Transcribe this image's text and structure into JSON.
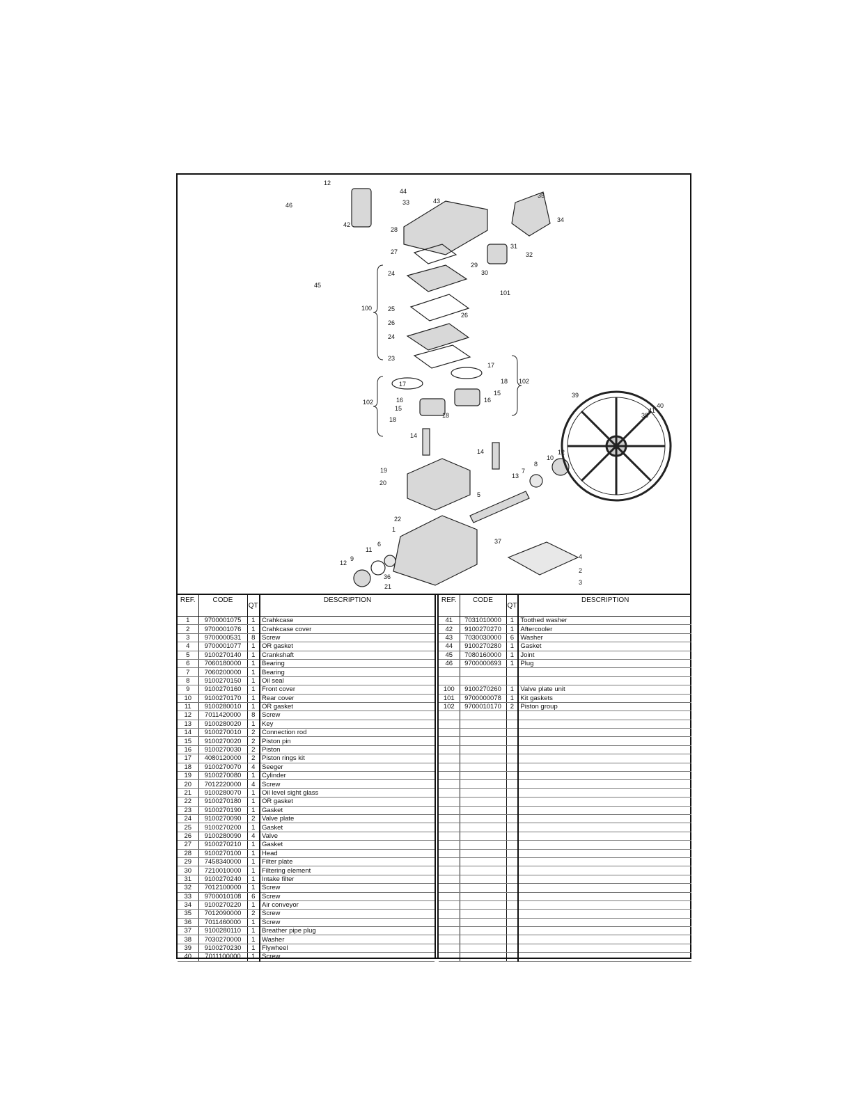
{
  "diagram": {
    "title": "Exploded view",
    "callouts": [
      "12",
      "46",
      "44",
      "43",
      "33",
      "35",
      "34",
      "42",
      "28",
      "27",
      "31",
      "32",
      "29",
      "30",
      "45",
      "24",
      "101",
      "100",
      "25",
      "26",
      "26",
      "24",
      "23",
      "17",
      "17",
      "18",
      "102",
      "15",
      "16",
      "16",
      "15",
      "102",
      "18",
      "18",
      "39",
      "38",
      "41",
      "40",
      "14",
      "14",
      "12",
      "10",
      "8",
      "7",
      "13",
      "19",
      "20",
      "5",
      "22",
      "1",
      "37",
      "6",
      "11",
      "4",
      "12",
      "9",
      "2",
      "3",
      "36",
      "21"
    ]
  },
  "table": {
    "headers": {
      "ref": "REF.",
      "code": "CODE",
      "qt": "QT",
      "description": "DESCRIPTION"
    },
    "left_rows": [
      {
        "ref": "1",
        "code": "9700001075",
        "qt": "1",
        "description": "Crahkcase"
      },
      {
        "ref": "2",
        "code": "9700001076",
        "qt": "1",
        "description": "Crahkcase cover"
      },
      {
        "ref": "3",
        "code": "9700000531",
        "qt": "8",
        "description": "Screw"
      },
      {
        "ref": "4",
        "code": "9700001077",
        "qt": "1",
        "description": "OR gasket"
      },
      {
        "ref": "5",
        "code": "9100270140",
        "qt": "1",
        "description": "Crankshaft"
      },
      {
        "ref": "6",
        "code": "7060180000",
        "qt": "1",
        "description": "Bearing"
      },
      {
        "ref": "7",
        "code": "7060200000",
        "qt": "1",
        "description": "Bearing"
      },
      {
        "ref": "8",
        "code": "9100270150",
        "qt": "1",
        "description": "Oil seal"
      },
      {
        "ref": "9",
        "code": "9100270160",
        "qt": "1",
        "description": "Front cover"
      },
      {
        "ref": "10",
        "code": "9100270170",
        "qt": "1",
        "description": "Rear cover"
      },
      {
        "ref": "11",
        "code": "9100280010",
        "qt": "1",
        "description": "OR gasket"
      },
      {
        "ref": "12",
        "code": "7011420000",
        "qt": "8",
        "description": "Screw"
      },
      {
        "ref": "13",
        "code": "9100280020",
        "qt": "1",
        "description": "Key"
      },
      {
        "ref": "14",
        "code": "9100270010",
        "qt": "2",
        "description": "Connection rod"
      },
      {
        "ref": "15",
        "code": "9100270020",
        "qt": "2",
        "description": "Piston pin"
      },
      {
        "ref": "16",
        "code": "9100270030",
        "qt": "2",
        "description": "Piston"
      },
      {
        "ref": "17",
        "code": "4080120000",
        "qt": "2",
        "description": "Piston rings kit"
      },
      {
        "ref": "18",
        "code": "9100270070",
        "qt": "4",
        "description": "Seeger"
      },
      {
        "ref": "19",
        "code": "9100270080",
        "qt": "1",
        "description": "Cylinder"
      },
      {
        "ref": "20",
        "code": "7012220000",
        "qt": "4",
        "description": "Screw"
      },
      {
        "ref": "21",
        "code": "9100280070",
        "qt": "1",
        "description": "Oil level sight glass"
      },
      {
        "ref": "22",
        "code": "9100270180",
        "qt": "1",
        "description": "OR gasket"
      },
      {
        "ref": "23",
        "code": "9100270190",
        "qt": "1",
        "description": "Gasket"
      },
      {
        "ref": "24",
        "code": "9100270090",
        "qt": "2",
        "description": "Valve plate"
      },
      {
        "ref": "25",
        "code": "9100270200",
        "qt": "1",
        "description": "Gasket"
      },
      {
        "ref": "26",
        "code": "9100280090",
        "qt": "4",
        "description": "Valve"
      },
      {
        "ref": "27",
        "code": "9100270210",
        "qt": "1",
        "description": "Gasket"
      },
      {
        "ref": "28",
        "code": "9100270100",
        "qt": "1",
        "description": "Head"
      },
      {
        "ref": "29",
        "code": "7458340000",
        "qt": "1",
        "description": "Filter plate"
      },
      {
        "ref": "30",
        "code": "7210010000",
        "qt": "1",
        "description": "Filtering element"
      },
      {
        "ref": "31",
        "code": "9100270240",
        "qt": "1",
        "description": "Intake filter"
      },
      {
        "ref": "32",
        "code": "7012100000",
        "qt": "1",
        "description": "Screw"
      },
      {
        "ref": "33",
        "code": "9700010108",
        "qt": "6",
        "description": "Screw"
      },
      {
        "ref": "34",
        "code": "9100270220",
        "qt": "1",
        "description": "Air conveyor"
      },
      {
        "ref": "35",
        "code": "7012090000",
        "qt": "2",
        "description": "Screw"
      },
      {
        "ref": "36",
        "code": "7011460000",
        "qt": "1",
        "description": "Screw"
      },
      {
        "ref": "37",
        "code": "9100280110",
        "qt": "1",
        "description": "Breather pipe plug"
      },
      {
        "ref": "38",
        "code": "7030270000",
        "qt": "1",
        "description": "Washer"
      },
      {
        "ref": "39",
        "code": "9100270230",
        "qt": "1",
        "description": "Flywheel"
      },
      {
        "ref": "40",
        "code": "7011100000",
        "qt": "1",
        "description": "Screw"
      }
    ],
    "right_rows": [
      {
        "ref": "41",
        "code": "7031010000",
        "qt": "1",
        "description": "Toothed washer"
      },
      {
        "ref": "42",
        "code": "9100270270",
        "qt": "1",
        "description": "Aftercooler"
      },
      {
        "ref": "43",
        "code": "7030030000",
        "qt": "6",
        "description": "Washer"
      },
      {
        "ref": "44",
        "code": "9100270280",
        "qt": "1",
        "description": "Gasket"
      },
      {
        "ref": "45",
        "code": "7080160000",
        "qt": "1",
        "description": "Joint"
      },
      {
        "ref": "46",
        "code": "9700000693",
        "qt": "1",
        "description": "Plug"
      },
      {
        "ref": "",
        "code": "",
        "qt": "",
        "description": ""
      },
      {
        "ref": "",
        "code": "",
        "qt": "",
        "description": ""
      },
      {
        "ref": "100",
        "code": "9100270260",
        "qt": "1",
        "description": "Valve plate unit"
      },
      {
        "ref": "101",
        "code": "9700000078",
        "qt": "1",
        "description": "Kit gaskets"
      },
      {
        "ref": "102",
        "code": "9700010170",
        "qt": "2",
        "description": "Piston group"
      }
    ]
  }
}
